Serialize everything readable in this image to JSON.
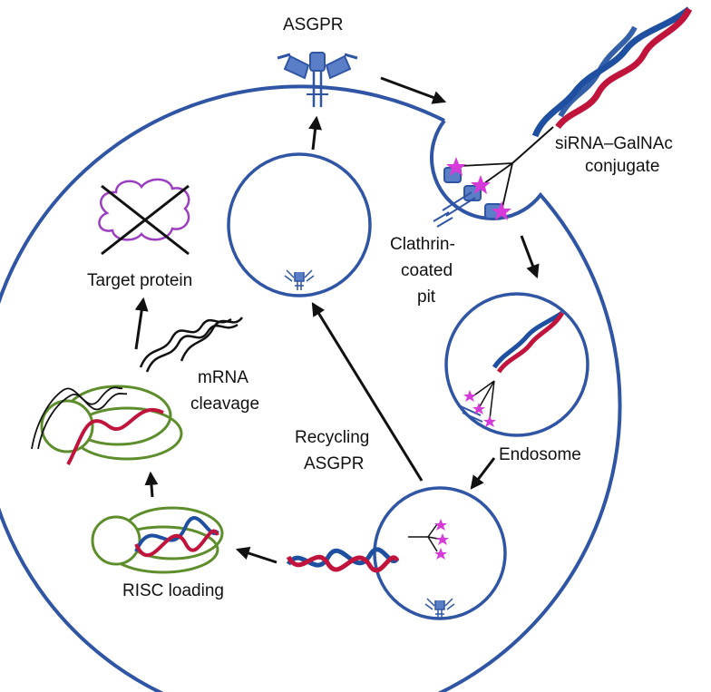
{
  "labels": {
    "receptor": "ASGPR",
    "conjugate_line1": "siRNA–GalNAc",
    "conjugate_line2": "conjugate",
    "pit_line1": "Clathrin-",
    "pit_line2": "coated",
    "pit_line3": "pit",
    "endosome": "Endosome",
    "recycling_line1": "Recycling",
    "recycling_line2": "ASGPR",
    "risc_loading": "RISC loading",
    "mrna_line1": "mRNA",
    "mrna_line2": "cleavage",
    "target_protein": "Target protein"
  },
  "colors": {
    "membrane": "#2f55a4",
    "strand_red": "#c0143c",
    "strand_blue": "#1f4fa0",
    "galnac": "#d63ad8",
    "risc": "#5e8e2c",
    "protein": "#9b3fc0",
    "mrna": "#111111"
  }
}
